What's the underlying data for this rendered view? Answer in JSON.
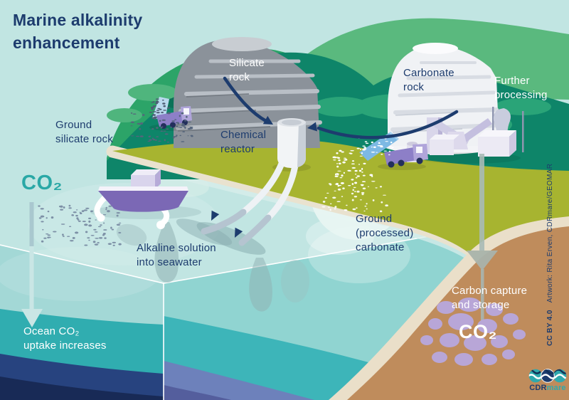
{
  "title": "Marine alkalinity\nenhancement",
  "labels": {
    "ground_silicate": "Ground\nsilicate rock",
    "silicate_rock": "Silicate\nrock",
    "carbonate_rock": "Carbonate\nrock",
    "further_processing": "Further\nprocessing",
    "chemical_reactor": "Chemical\nreactor",
    "co2_atmosphere": "CO₂",
    "alkaline_solution": "Alkaline solution\ninto seawater",
    "ground_carbonate": "Ground\n(processed)\ncarbonate",
    "carbon_capture": "Carbon capture\nand storage",
    "co2_storage": "CO₂",
    "ocean_uptake": "Ocean CO₂\nuptake increases"
  },
  "credit": {
    "license": "CC BY 4.0",
    "artwork": "Artwork: Rita Erven, CDRmare/GEOMAR"
  },
  "logo": {
    "prefix": "CDR",
    "suffix": "mare"
  },
  "colors": {
    "navy": "#1d3c6e",
    "teal": "#2aa8a6",
    "sky_sea": "#c1e5e2",
    "deep_ocean": "#182a56",
    "land_brown": "#bf8c5c",
    "co2_storage_blobs": "#b8a6d7",
    "hill_green": "#0e8569",
    "ground_olive": "#a7b430"
  }
}
